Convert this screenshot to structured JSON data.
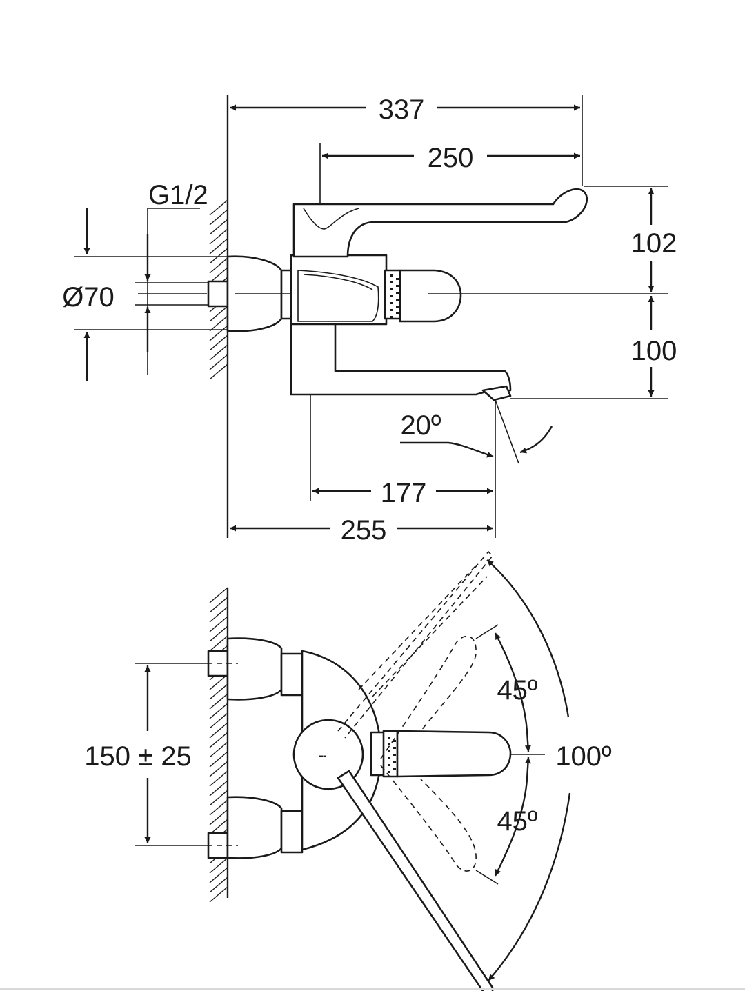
{
  "side_view": {
    "dim_overall_length": "337",
    "dim_lever_length": "250",
    "dim_lever_height": "102",
    "dim_spout_height": "100",
    "dim_thread": "G1/2",
    "dim_diameter": "Ø70",
    "dim_spout_angle": "20º",
    "dim_spout_reach_inner": "177",
    "dim_spout_reach": "255"
  },
  "top_view": {
    "dim_center_distance": "150 ± 25",
    "dim_swivel_upper": "45º",
    "dim_swivel_lower": "45º",
    "dim_lever_swivel": "100º"
  }
}
